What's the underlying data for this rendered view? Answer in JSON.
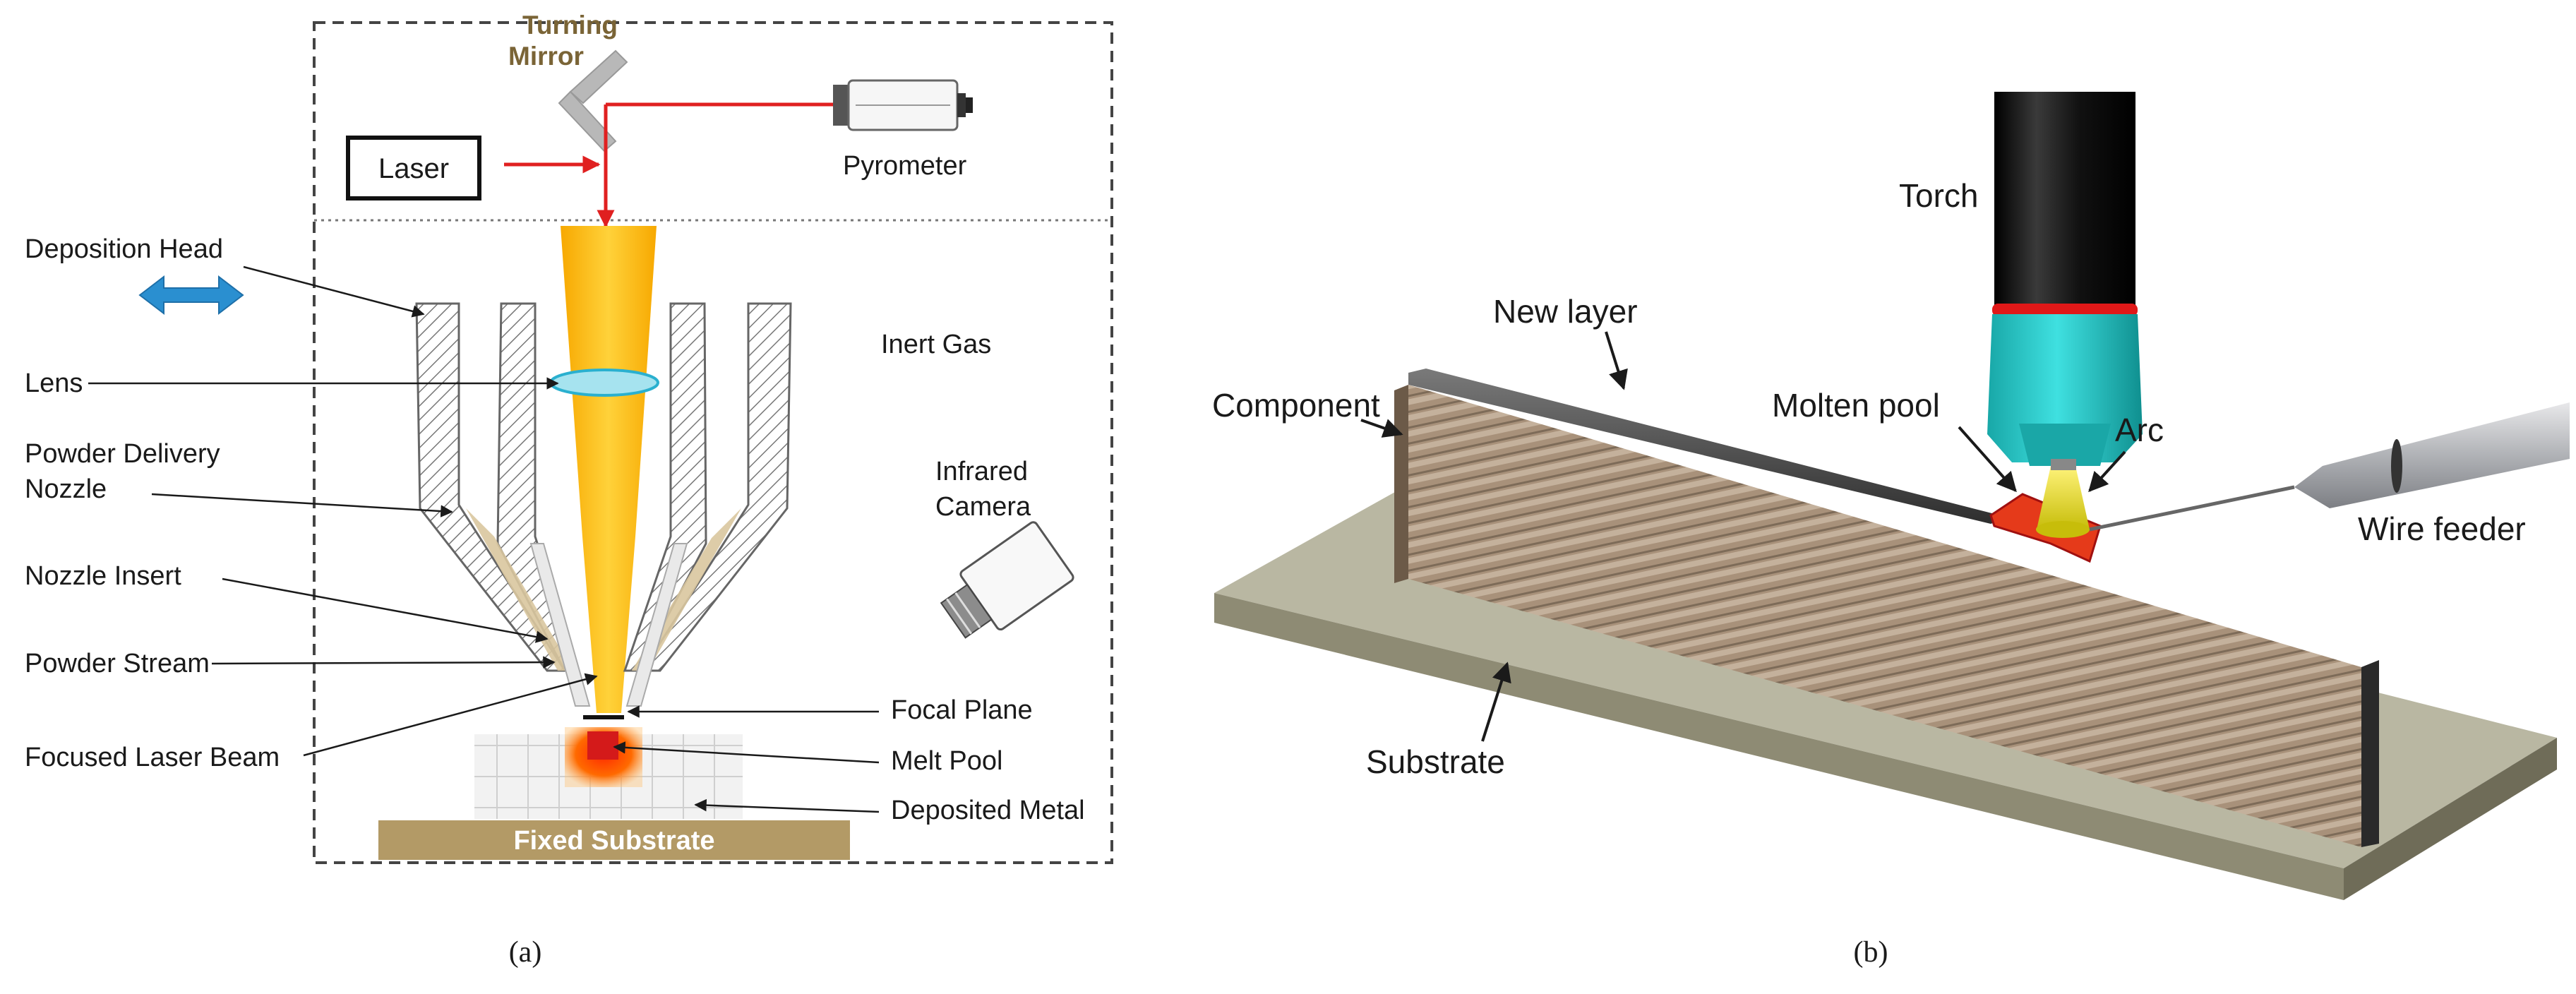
{
  "panel_a": {
    "caption": "(a)",
    "labels": {
      "turning_mirror_line1": "Turning",
      "turning_mirror_line2": "Mirror",
      "laser": "Laser",
      "pyrometer": "Pyrometer",
      "deposition_head": "Deposition Head",
      "inert_gas": "Inert Gas",
      "lens": "Lens",
      "powder_delivery_line1": "Powder Delivery",
      "powder_delivery_line2": "Nozzle",
      "infrared_camera_line1": "Infrared",
      "infrared_camera_line2": "Camera",
      "nozzle_insert": "Nozzle Insert",
      "powder_stream": "Powder Stream",
      "focal_plane": "Focal Plane",
      "focused_laser_beam": "Focused Laser Beam",
      "melt_pool": "Melt Pool",
      "deposited_metal": "Deposited Metal",
      "fixed_substrate": "Fixed Substrate"
    }
  },
  "panel_b": {
    "caption": "(b)",
    "labels": {
      "torch": "Torch",
      "new_layer": "New layer",
      "component": "Component",
      "molten_pool": "Molten pool",
      "arc": "Arc",
      "wire_feeder": "Wire feeder",
      "substrate": "Substrate"
    }
  },
  "colors": {
    "laser_beam": "#f9b800",
    "laser_path": "#e02020",
    "melt_pool": "#e53a1a",
    "substrate_a": "#b39a66",
    "torch_nozzle": "#23c6c6",
    "torch_body": "#111111",
    "wall": "#a8917a",
    "base_plate": "#b9b7a2",
    "arc": "#d9d21a",
    "arrow_blue": "#2a8fd0"
  }
}
